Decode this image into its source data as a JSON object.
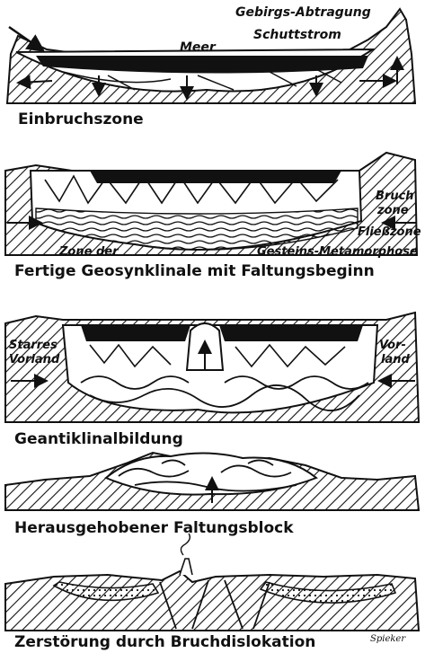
{
  "panels": [
    {
      "caption": "Einbruchszone",
      "labels": {
        "sea": "Meer",
        "erosion": "Gebirgs-Abtragung",
        "debris": "Schuttstrom"
      }
    },
    {
      "caption": "Fertige Geosynklinale mit Faltungsbeginn",
      "labels": {
        "break_zone_1": "Bruch",
        "break_zone_2": "zone",
        "flow_zone": "Fließzone",
        "zone_of": "Zone der",
        "metamorphosis": "Gesteins-Metamorphose"
      }
    },
    {
      "caption": "Geantiklinalbildung",
      "labels": {
        "rigid_foreland_1": "Starres",
        "rigid_foreland_2": "Vorland",
        "foreland_1": "Vor-",
        "foreland_2": "land"
      }
    },
    {
      "caption": "Herausgehobener Faltungsblock",
      "labels": {}
    },
    {
      "caption": "Zerstörung durch Bruchdislokation",
      "labels": {}
    }
  ],
  "signature": "Spieker"
}
